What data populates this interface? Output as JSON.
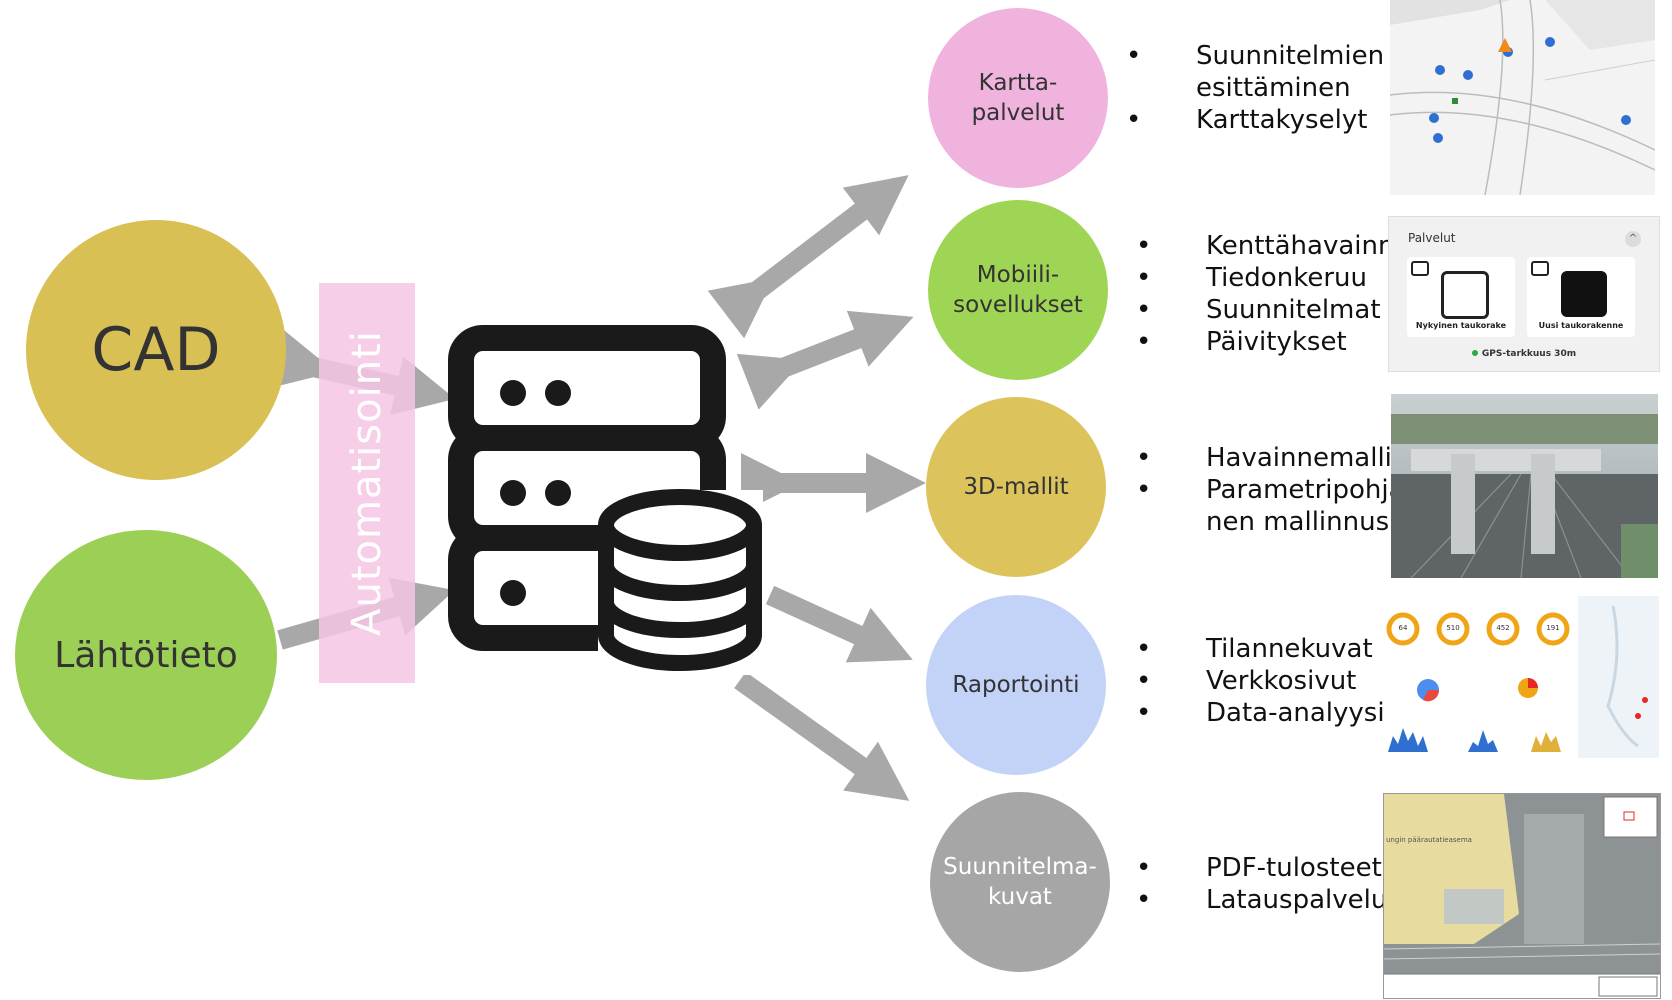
{
  "sources": [
    {
      "label": "CAD",
      "color": "#d8c055"
    },
    {
      "label": "Lähtötieto",
      "color": "#9ccf55"
    }
  ],
  "automation": {
    "label": "Automatisointi",
    "color": "#f4c6e4"
  },
  "center_icon": "server-database-icon",
  "services": [
    {
      "label": "Kartta-\npalvelut",
      "color": "#efb3dd",
      "bullets": [
        "Suunnitelmien\nesittäminen",
        "Karttakyselyt"
      ]
    },
    {
      "label": "Mobiili-\nsovellukset",
      "color": "#9ed554",
      "bullets": [
        "Kenttähavainnot",
        "Tiedonkeruu",
        "Suunnitelmat",
        "Päivitykset"
      ]
    },
    {
      "label": "3D-mallit",
      "color": "#dcc35c",
      "bullets": [
        "Havainnemallit",
        "Parametripohjai-\nnen mallinnus"
      ]
    },
    {
      "label": "Raportointi",
      "color": "#c2d3f7",
      "bullets": [
        "Tilannekuvat",
        "Verkkosivut",
        "Data-analyysit"
      ]
    },
    {
      "label": "Suunnitelma-\nkuvat",
      "color": "#a6a6a6",
      "bullets": [
        "PDF-tulosteet",
        "Latauspalvelut"
      ]
    }
  ],
  "bullet_char": "•",
  "mobile_thumb": {
    "title": "Palvelut",
    "card1": "Nykyinen taukorake",
    "card2": "Uusi taukorakenne",
    "gps": "GPS-tarkkuus 30m"
  },
  "report_thumb": {
    "kpis": [
      "64",
      "510",
      "452",
      "191"
    ]
  },
  "plan_thumb": {
    "area_text": "ungin päärautatieasema"
  }
}
